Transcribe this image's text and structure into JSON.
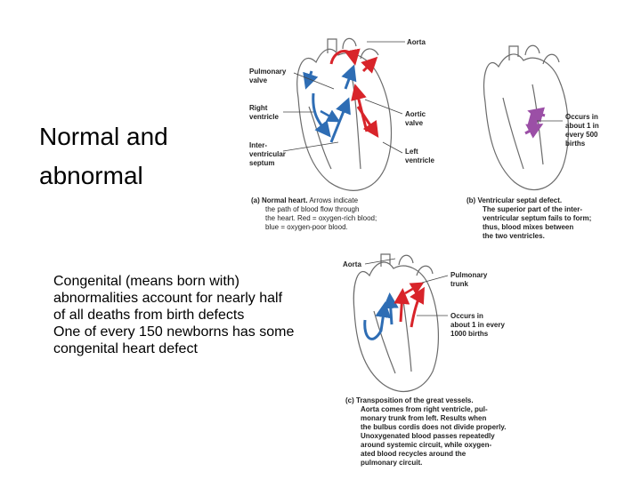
{
  "slide": {
    "title_line1": "Normal and",
    "title_line2": "abnormal",
    "bullets": [
      "Congenital (means born with)",
      "abnormalities account for nearly half",
      "of all deaths from birth defects",
      "One of every 150 newborns has some",
      "congenital heart defect"
    ]
  },
  "panel_a": {
    "labels": {
      "aorta": "Aorta",
      "pulmonary_valve_1": "Pulmonary",
      "pulmonary_valve_2": "valve",
      "right_ventricle_1": "Right",
      "right_ventricle_2": "ventricle",
      "aortic_valve_1": "Aortic",
      "aortic_valve_2": "valve",
      "septum_1": "Inter-",
      "septum_2": "ventricular",
      "septum_3": "septum",
      "left_ventricle_1": "Left",
      "left_ventricle_2": "ventricle"
    },
    "caption_bold": "(a) Normal heart.",
    "caption_lines": [
      " Arrows indicate",
      "the path of blood flow through",
      "the heart. Red = oxygen-rich blood;",
      "blue = oxygen-poor blood."
    ]
  },
  "panel_b": {
    "occurs": [
      "Occurs in",
      "about 1 in",
      "every 500",
      "births"
    ],
    "caption_bold_lines": [
      "(b) Ventricular septal defect.",
      "The superior part of the inter-",
      "ventricular septum fails to form;",
      "thus, blood mixes between",
      "the two ventricles."
    ]
  },
  "panel_c": {
    "labels": {
      "aorta": "Aorta",
      "pulmonary_trunk_1": "Pulmonary",
      "pulmonary_trunk_2": "trunk"
    },
    "occurs": [
      "Occurs in",
      "about 1 in every",
      "1000 births"
    ],
    "caption_bold_lines": [
      "(c) Transposition of the great vessels.",
      "Aorta comes from right ventricle, pul-",
      "monary trunk from left. Results when",
      "the bulbus cordis does not divide properly.",
      "Unoxygenated blood passes repeatedly",
      "around systemic circuit, while oxygen-",
      "ated blood recycles around the",
      "pulmonary circuit."
    ]
  },
  "colors": {
    "red": "#d8242a",
    "blue": "#2e6db4",
    "purple": "#9b4fa6",
    "outline": "#6b6b6b"
  }
}
